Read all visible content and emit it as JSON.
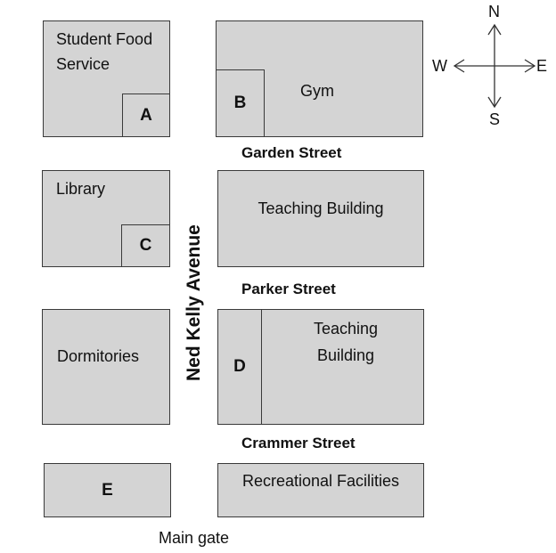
{
  "buildings": {
    "student_food_service": "Student Food\nService",
    "library": "Library",
    "dormitories": "Dormitories",
    "gym": "Gym",
    "teaching_building_1": "Teaching Building",
    "teaching_building_2": "Teaching\nBuilding",
    "recreational_facilities": "Recreational Facilities"
  },
  "markers": {
    "a": "A",
    "b": "B",
    "c": "C",
    "d": "D",
    "e": "E"
  },
  "streets": {
    "garden": "Garden Street",
    "parker": "Parker Street",
    "crammer": "Crammer Street",
    "ned_kelly": "Ned Kelly Avenue"
  },
  "main_gate": "Main gate",
  "compass": {
    "n": "N",
    "s": "S",
    "e": "E",
    "w": "W"
  }
}
